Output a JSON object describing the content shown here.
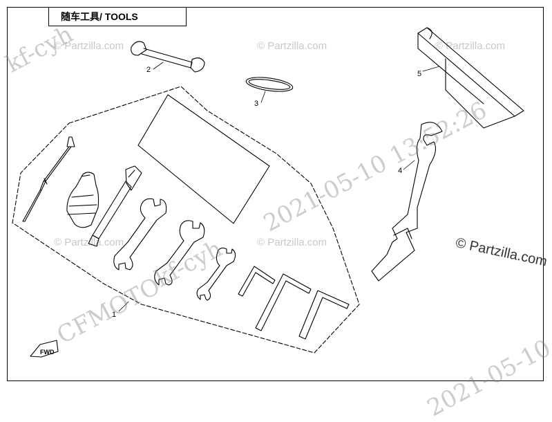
{
  "header": {
    "title": "随车工具/ TOOLS"
  },
  "callouts": [
    "1",
    "2",
    "3",
    "4",
    "5"
  ],
  "fwd_label": "FWD",
  "watermarks": {
    "partzilla_small": "© Partzilla.com",
    "partzilla_large": "© Partzilla.com",
    "stamp_user": "kf-cyh",
    "stamp_brand": "CFMOTO",
    "stamp_datetime": "2021-05-10   13:52:26",
    "stamp_date": "2021-05-10"
  }
}
